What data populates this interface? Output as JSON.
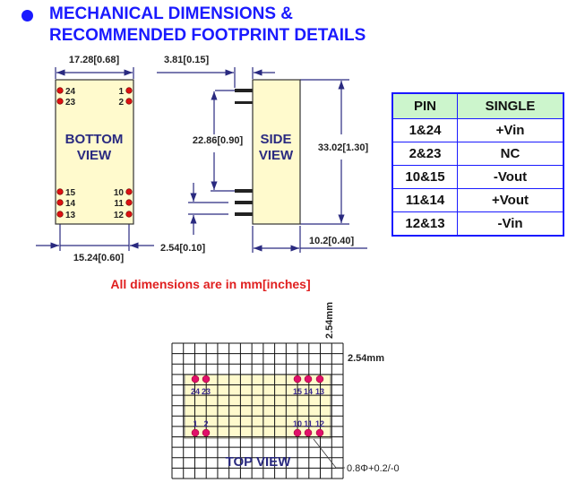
{
  "header": {
    "line1": "MECHANICAL DIMENSIONS &",
    "line2": "RECOMMENDED FOOTPRINT DETAILS"
  },
  "bottom_view": {
    "label1": "BOTTOM",
    "label2": "VIEW",
    "width_dim": "17.28[0.68]",
    "pin_span_dim": "15.24[0.60]",
    "pitch_dim": "2.54[0.10]",
    "pins_left": [
      "24",
      "23",
      "15",
      "14",
      "13"
    ],
    "pins_right": [
      "1",
      "2",
      "10",
      "11",
      "12"
    ]
  },
  "side_view": {
    "label1": "SIDE",
    "label2": "VIEW",
    "pin_length_dim": "3.81[0.15]",
    "pin_span_dim": "22.86[0.90]",
    "height_dim": "33.02[1.30]",
    "depth_dim": "10.2[0.40]"
  },
  "note": "All dimensions are in mm[inches]",
  "pin_table": {
    "headers": [
      "PIN",
      "SINGLE"
    ],
    "rows": [
      [
        "1&24",
        "+Vin"
      ],
      [
        "2&23",
        "NC"
      ],
      [
        "10&15",
        "-Vout"
      ],
      [
        "11&14",
        "+Vout"
      ],
      [
        "12&13",
        "-Vin"
      ]
    ]
  },
  "footprint": {
    "label": "TOP VIEW",
    "grid_v": "2.54mm",
    "grid_h": "2.54mm",
    "hole": "0.8Φ+0.2/-0",
    "pins_top": [
      "24",
      "23",
      "15",
      "14",
      "13"
    ],
    "pins_bottom": [
      "1",
      "2",
      "10",
      "11",
      "12"
    ]
  },
  "colors": {
    "title": "#1a1aff",
    "note": "#e02020",
    "body": "#fffacd",
    "pin": "#dd1111",
    "footprint_pin": "#e0106a"
  }
}
